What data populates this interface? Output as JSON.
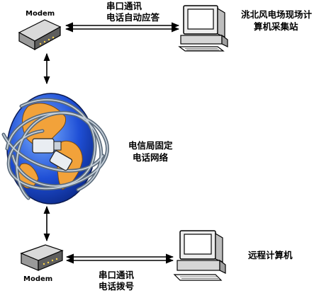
{
  "diagram": {
    "top_modem_label": "Modem",
    "bottom_modem_label": "Modem",
    "top_link_label": [
      "串口通讯",
      "电话自动应答"
    ],
    "top_station_label": [
      "洮北风电场现场计",
      "算机采集站"
    ],
    "network_label": [
      "电信局固定",
      "电话网络"
    ],
    "remote_station_label": "远程计算机",
    "bottom_link_label": [
      "串口通讯",
      "电话拨号"
    ]
  }
}
